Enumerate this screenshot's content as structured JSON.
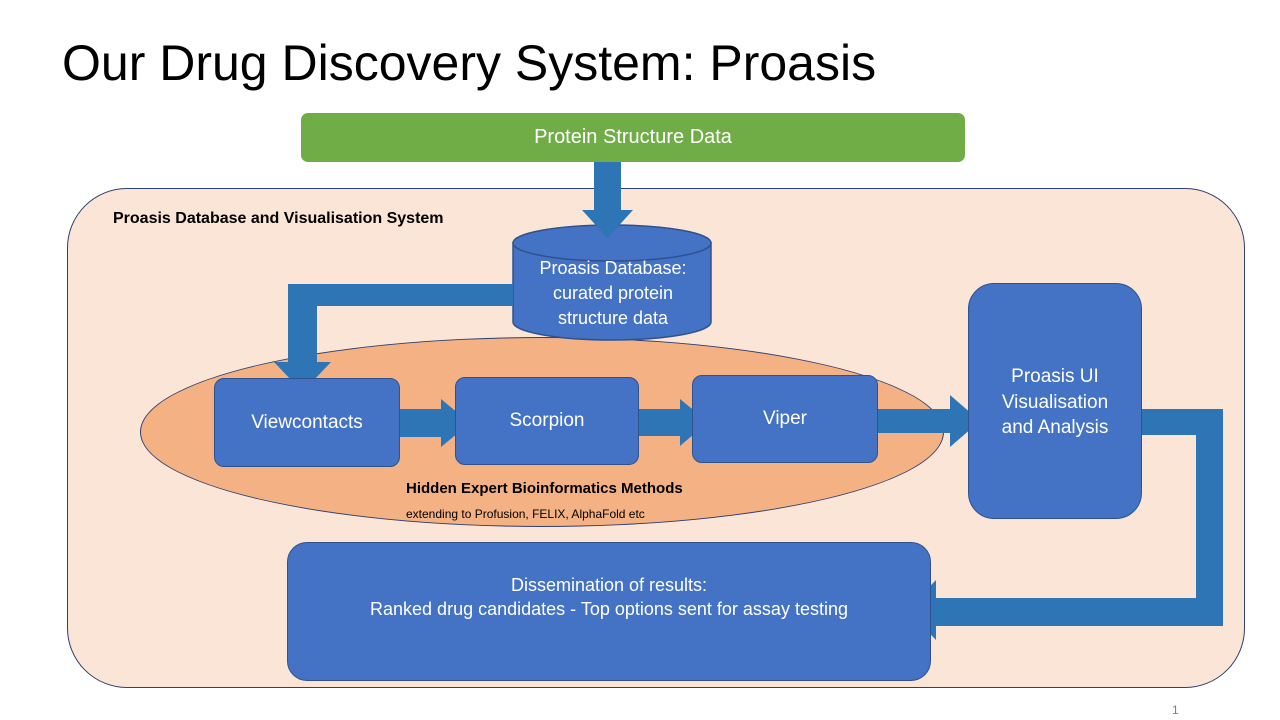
{
  "title": "Our Drug Discovery System: Proasis",
  "source": {
    "label": "Protein Structure Data"
  },
  "system": {
    "label": "Proasis Database and Visualisation System"
  },
  "database": {
    "lines": [
      "Proasis Database:",
      "curated protein",
      "structure data"
    ]
  },
  "methods": {
    "label": "Hidden Expert Bioinformatics Methods",
    "sublabel": "extending to Profusion, FELIX, AlphaFold etc",
    "steps": [
      "Viewcontacts",
      "Scorpion",
      "Viper"
    ]
  },
  "ui": {
    "lines": [
      "Proasis UI",
      "Visualisation",
      "and Analysis"
    ]
  },
  "results": {
    "lines": [
      "Dissemination of results:",
      "Ranked drug candidates - Top  options sent for assay testing"
    ]
  },
  "page_number": "1",
  "colors": {
    "green": "#70ad47",
    "blue": "#4472c4",
    "arrow": "#2e75b6",
    "system_fill": "#fbe5d6",
    "ellipse_fill": "#f4b183"
  }
}
